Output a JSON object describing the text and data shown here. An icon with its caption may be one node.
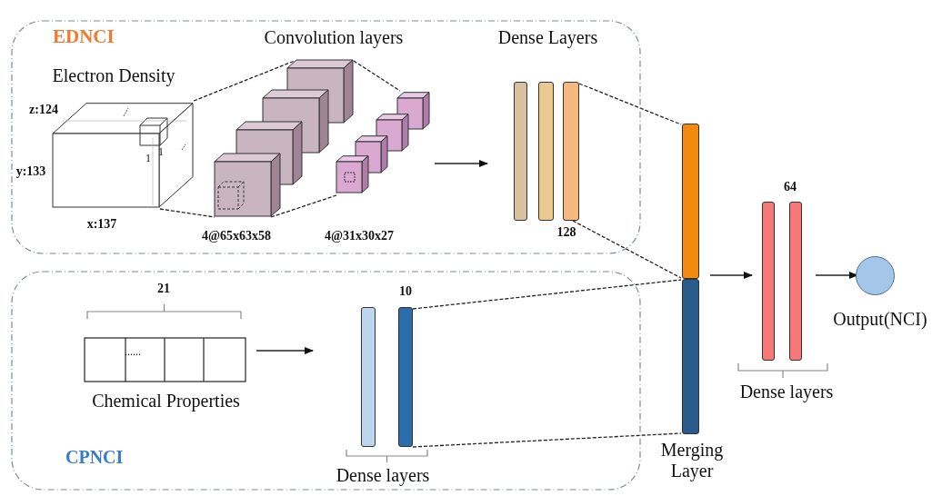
{
  "diagram": {
    "nodes": [
      {
        "text": [
          "EDNCI"
        ]
      },
      {
        "text": [
          "Electron Density"
        ],
        "in": 0,
        "beside": [
          "z:124",
          "y:133",
          "x:137"
        ]
      },
      {
        "text": [
          "Convolution layers"
        ],
        "in": 0
      },
      {
        "text": [],
        "shape": "picture",
        "in": 2,
        "beside": [
          "4@65x63x58"
        ]
      },
      {
        "text": [],
        "shape": "picture",
        "in": 2
      },
      {
        "text": [
          "Dense Layers"
        ],
        "in": 0,
        "beside": [
          "128"
        ]
      },
      {
        "text": [],
        "shape": "bar",
        "in": 5
      },
      {
        "text": [],
        "shape": "bar",
        "in": 5
      },
      {
        "text": [],
        "shape": "bar",
        "in": 5
      },
      {
        "text": [
          "CPNCI"
        ]
      },
      {
        "text": [
          "......",
          "Chemical Properties"
        ],
        "in": 9,
        "beside": [
          "21"
        ]
      },
      {
        "text": [
          "Dense layers"
        ],
        "in": 9,
        "beside": [
          "10"
        ]
      },
      {
        "text": [],
        "shape": "bar",
        "in": 11
      },
      {
        "text": [],
        "shape": "bar",
        "in": 11
      },
      {
        "text": [
          "Merging Layer"
        ]
      },
      {
        "text": [],
        "shape": "bar",
        "in": 14
      },
      {
        "text": [],
        "shape": "bar",
        "in": 14
      },
      {
        "text": [
          "Dense layers"
        ],
        "beside": [
          "64"
        ]
      },
      {
        "text": [],
        "shape": "bar",
        "in": 17
      },
      {
        "text": [],
        "shape": "bar",
        "in": 17
      },
      {
        "text": [
          "Output(NCI)"
        ]
      }
    ],
    "edges": [
      {
        "from": 1,
        "to": 3,
        "arrow": "none",
        "style": "dashed"
      },
      {
        "from": 1,
        "to": 3,
        "arrow": "none",
        "style": "dashed"
      },
      {
        "from": 3,
        "to": 4,
        "arrow": "none",
        "style": "dashed"
      },
      {
        "from": 3,
        "to": 4,
        "arrow": "none",
        "style": "dashed"
      },
      {
        "from": 4,
        "to": 5,
        "arrow": "to"
      },
      {
        "from": 8,
        "to": 15,
        "arrow": "none",
        "style": "dashed"
      },
      {
        "from": 8,
        "to": 15,
        "arrow": "none",
        "style": "dashed"
      },
      {
        "from": 10,
        "to": 11,
        "arrow": "to"
      },
      {
        "from": 13,
        "to": 16,
        "arrow": "none",
        "style": "dashed"
      },
      {
        "from": 13,
        "to": 16,
        "arrow": "none",
        "style": "dashed"
      },
      {
        "from": 14,
        "to": 17,
        "arrow": "to"
      },
      {
        "from": 17,
        "to": 20,
        "arrow": "to"
      }
    ],
    "labels": [
      "1",
      "1",
      "4@31x30x27"
    ]
  }
}
